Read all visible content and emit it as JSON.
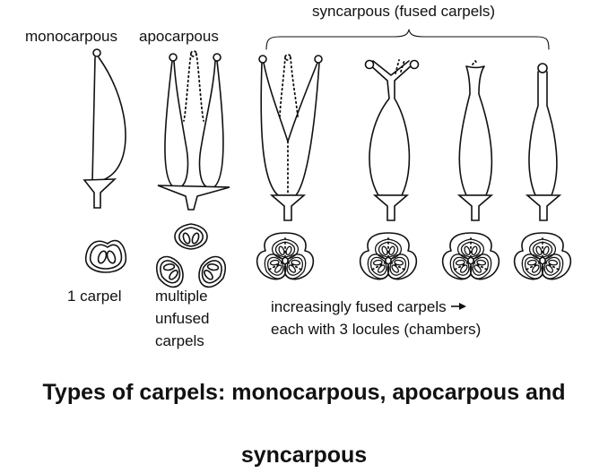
{
  "labels": {
    "monocarpous": "monocarpous",
    "apocarpous": "apocarpous",
    "syncarpous": "syncarpous (fused carpels)",
    "one_carpel": "1 carpel",
    "multiple_lines": [
      "multiple",
      "unfused",
      "carpels"
    ],
    "fused_line1": "increasingly fused carpels",
    "fused_line2": "each with 3 locules (chambers)"
  },
  "title": {
    "line1": "Types of carpels: monocarpous, apocarpous and",
    "line2": "syncarpous"
  }
}
